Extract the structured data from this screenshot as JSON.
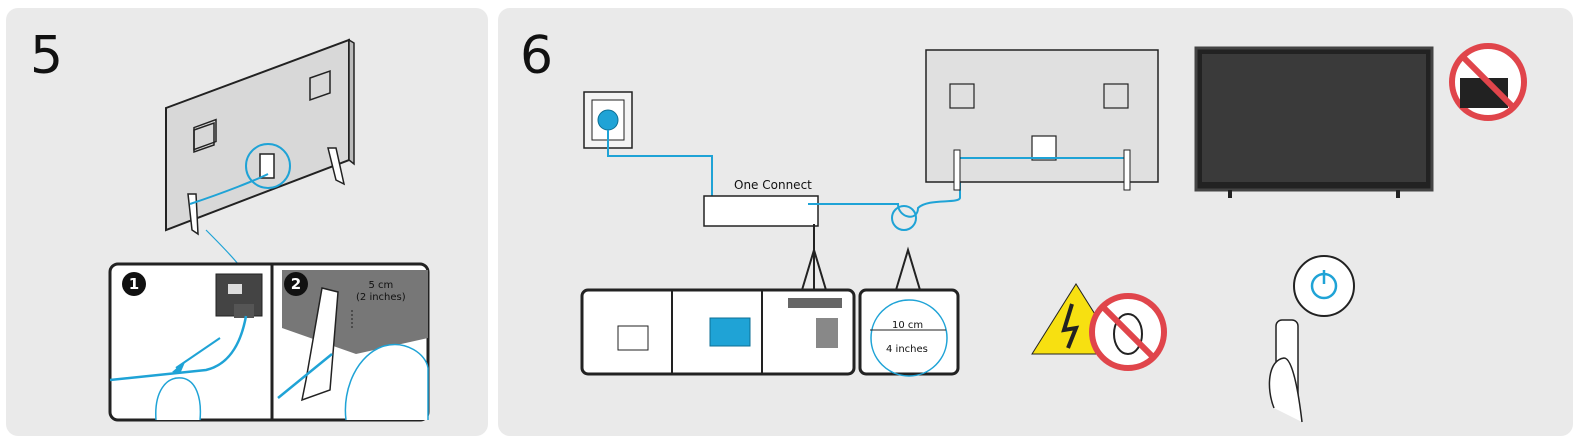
{
  "step5": {
    "number": "5",
    "callouts": [
      {
        "badge": "1"
      },
      {
        "badge": "2",
        "dimension": "5 cm",
        "dimension_imperial": "(2 inches)"
      }
    ]
  },
  "step6": {
    "number": "6",
    "one_connect_label": "One Connect",
    "coil_dimension": "10 cm",
    "coil_dimension_imperial": "4 inches",
    "icons": [
      "no-touch-screen-icon",
      "high-voltage-warning-icon",
      "no-bent-cable-icon",
      "power-button-icon"
    ]
  },
  "colors": {
    "cable": "#1fa3d6",
    "prohibit": "#e0454b",
    "warning": "#f7e011",
    "panel": "#eaeaea"
  }
}
